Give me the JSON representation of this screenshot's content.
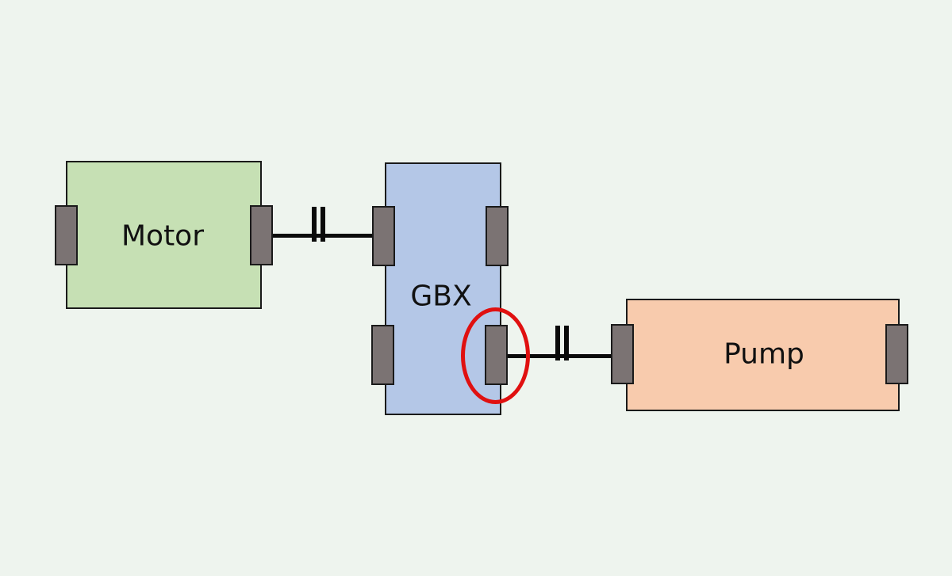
{
  "diagram": {
    "type": "drivetrain-schematic",
    "components": [
      {
        "id": "motor",
        "label": "Motor",
        "fill": "#c6e0b4"
      },
      {
        "id": "gbx",
        "label": "GBX",
        "fill": "#b4c7e7"
      },
      {
        "id": "pump",
        "label": "Pump",
        "fill": "#f8cbad"
      }
    ],
    "bearing_color": "#7b7373",
    "connections": [
      {
        "from": "motor",
        "to": "gbx",
        "coupling": true
      },
      {
        "from": "gbx",
        "to": "pump",
        "coupling": true
      }
    ],
    "highlight": {
      "target": "gbx-output-bearing",
      "color": "#e01010"
    }
  }
}
